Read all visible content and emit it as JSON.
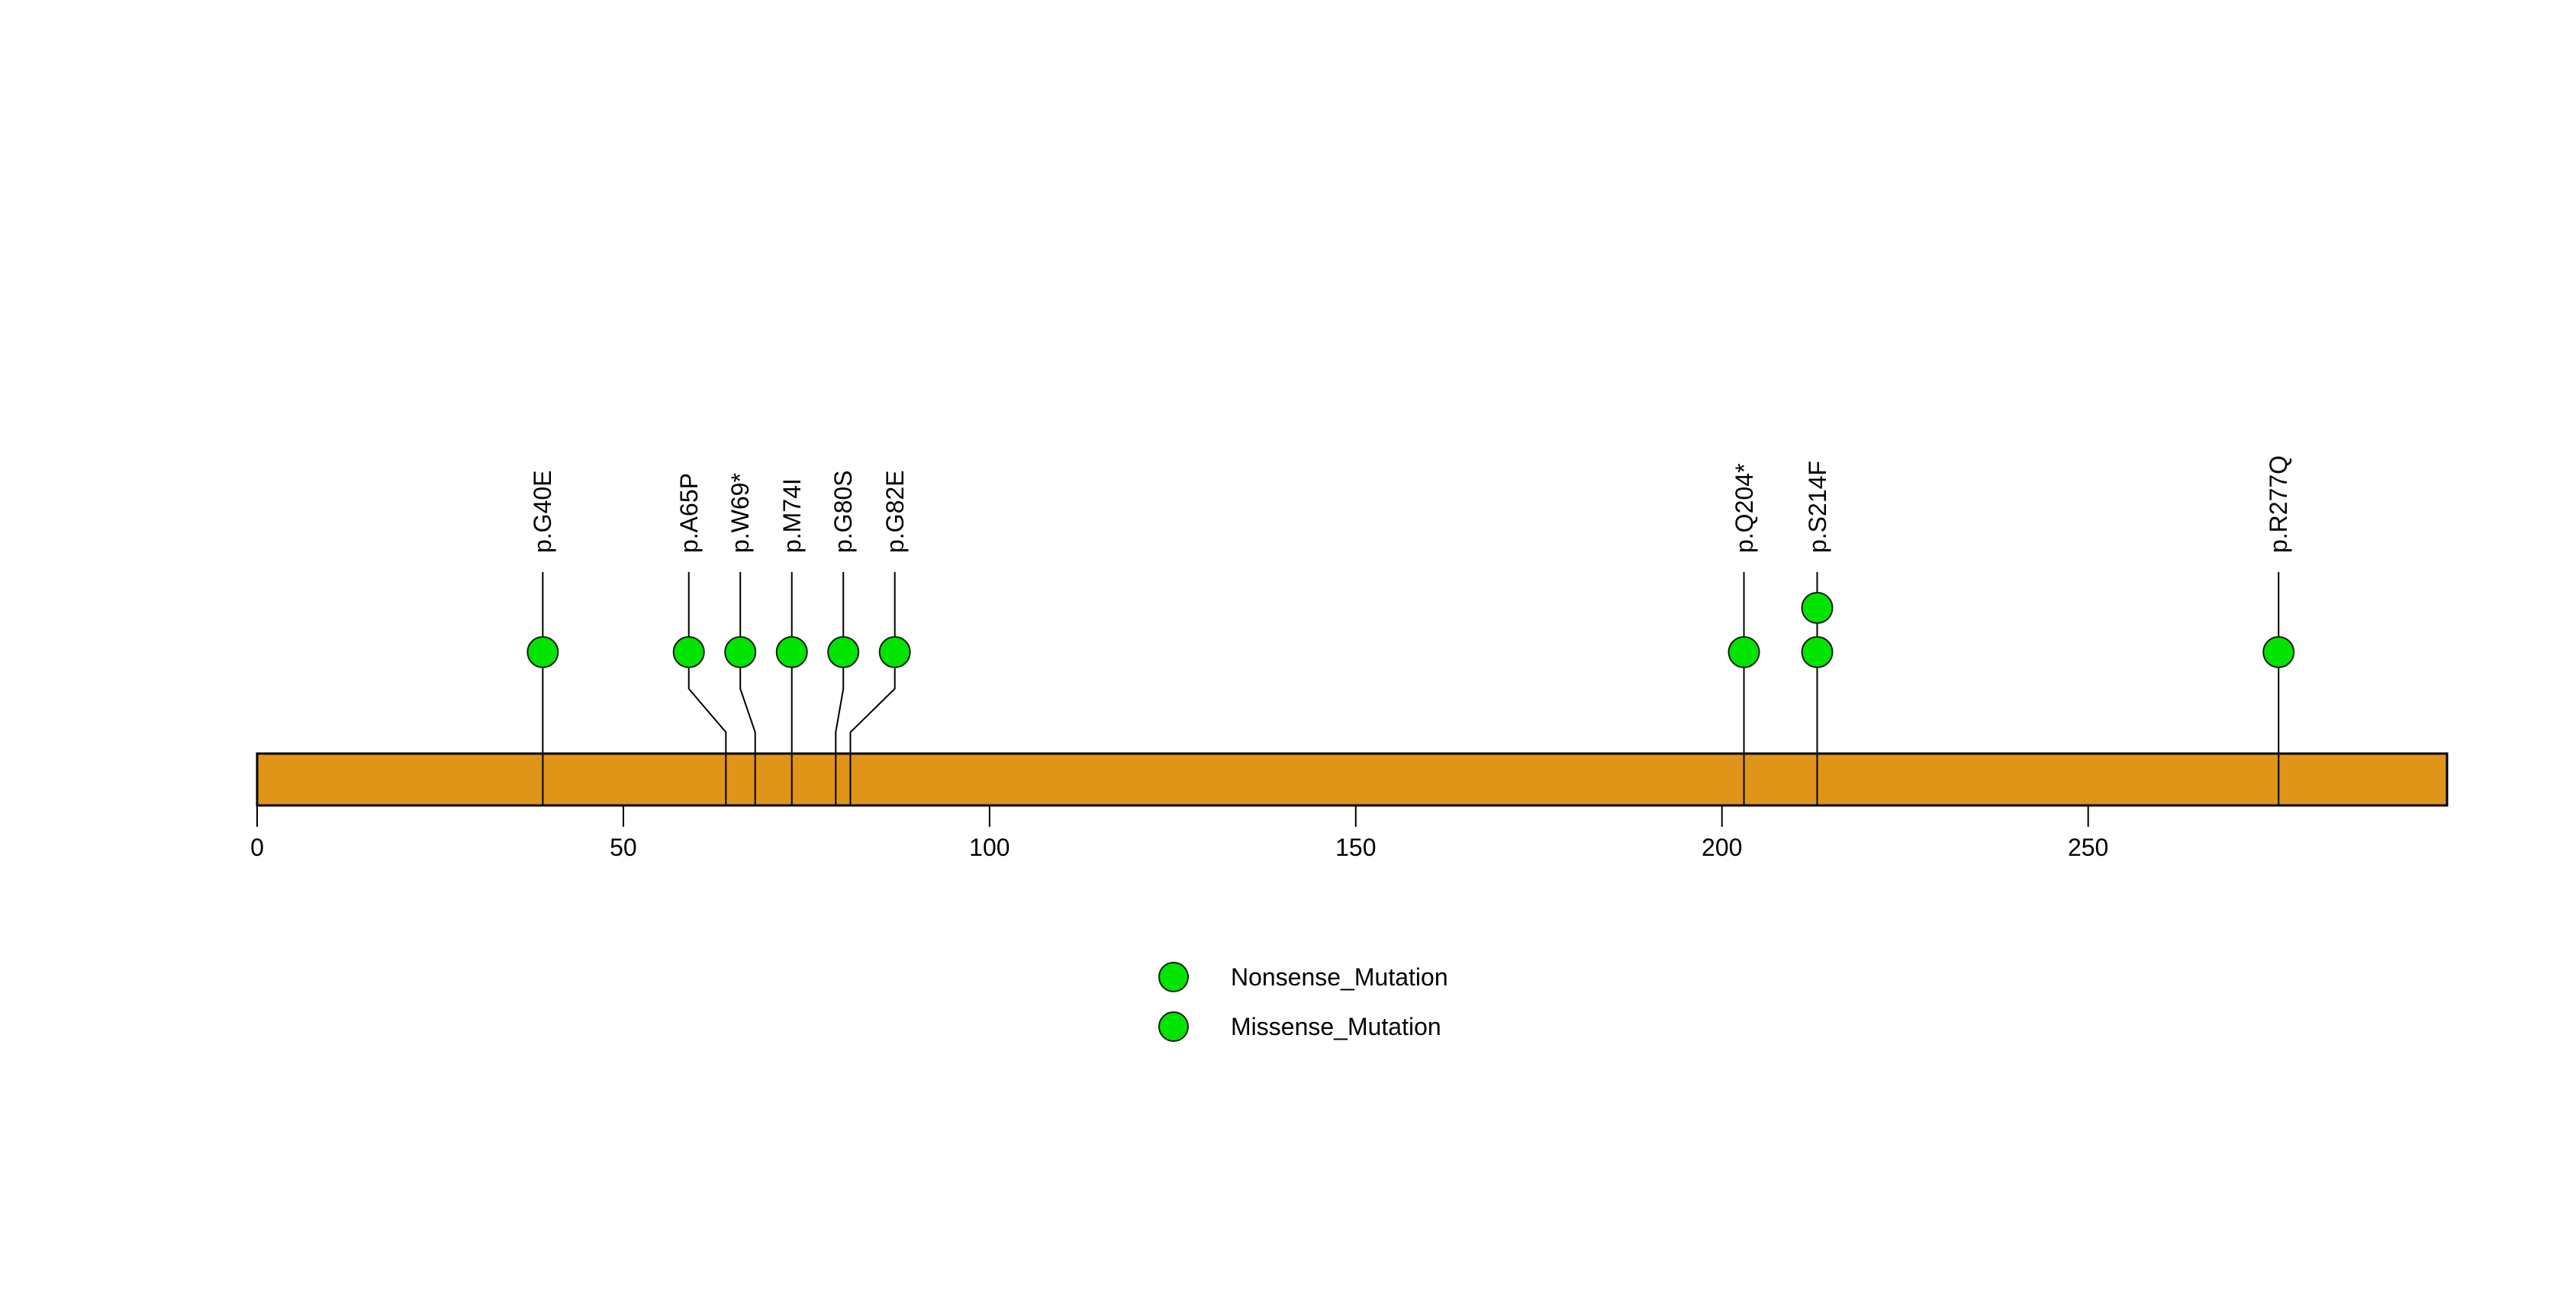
{
  "chart_data": {
    "type": "lollipop",
    "title": "",
    "protein_length": 300,
    "bar_color": "#E09418",
    "point_color": "#00E400",
    "axis_ticks": [
      0,
      50,
      100,
      150,
      200,
      250
    ],
    "mutations": [
      {
        "label": "p.G40E",
        "position": 40,
        "count": 1,
        "type": "Missense_Mutation"
      },
      {
        "label": "p.A65P",
        "position": 65,
        "count": 1,
        "type": "Missense_Mutation"
      },
      {
        "label": "p.W69*",
        "position": 69,
        "count": 1,
        "type": "Nonsense_Mutation"
      },
      {
        "label": "p.M74I",
        "position": 74,
        "count": 1,
        "type": "Missense_Mutation"
      },
      {
        "label": "p.G80S",
        "position": 80,
        "count": 1,
        "type": "Missense_Mutation"
      },
      {
        "label": "p.G82E",
        "position": 82,
        "count": 1,
        "type": "Missense_Mutation"
      },
      {
        "label": "p.Q204*",
        "position": 204,
        "count": 1,
        "type": "Nonsense_Mutation"
      },
      {
        "label": "p.S214F",
        "position": 214,
        "count": 2,
        "type": "Missense_Mutation"
      },
      {
        "label": "p.R277Q",
        "position": 277,
        "count": 1,
        "type": "Missense_Mutation"
      }
    ],
    "legend": [
      {
        "label": "Nonsense_Mutation",
        "color": "#00E400"
      },
      {
        "label": "Missense_Mutation",
        "color": "#00E400"
      }
    ]
  }
}
